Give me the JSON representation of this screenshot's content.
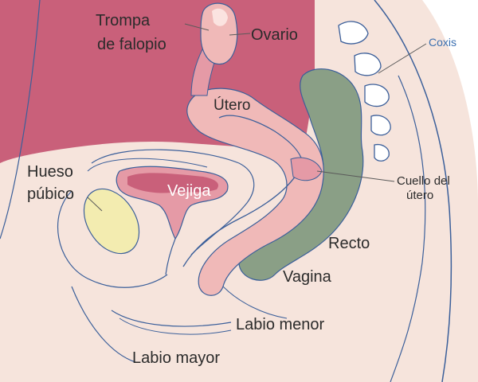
{
  "labels": {
    "trompa_line1": "Trompa",
    "trompa_line2": "de falopio",
    "ovario": "Ovario",
    "coxis": "Coxis",
    "utero": "Útero",
    "hueso_line1": "Hueso",
    "hueso_line2": "púbico",
    "vejiga": "Vejiga",
    "cuello_line1": "Cuello del",
    "cuello_line2": "útero",
    "recto": "Recto",
    "vagina": "Vagina",
    "labio_menor": "Labio menor",
    "labio_mayor": "Labio mayor"
  },
  "colors": {
    "skin": "#f6e4dc",
    "organ_dark": "#c9607a",
    "organ_mid": "#e59aa6",
    "organ_light": "#f0b9b8",
    "rectum": "#8a9f86",
    "bone": "#f3ecb0",
    "vertebra": "#ffffff",
    "outline": "#3b5f9a",
    "leader": "#5a5a5a"
  }
}
